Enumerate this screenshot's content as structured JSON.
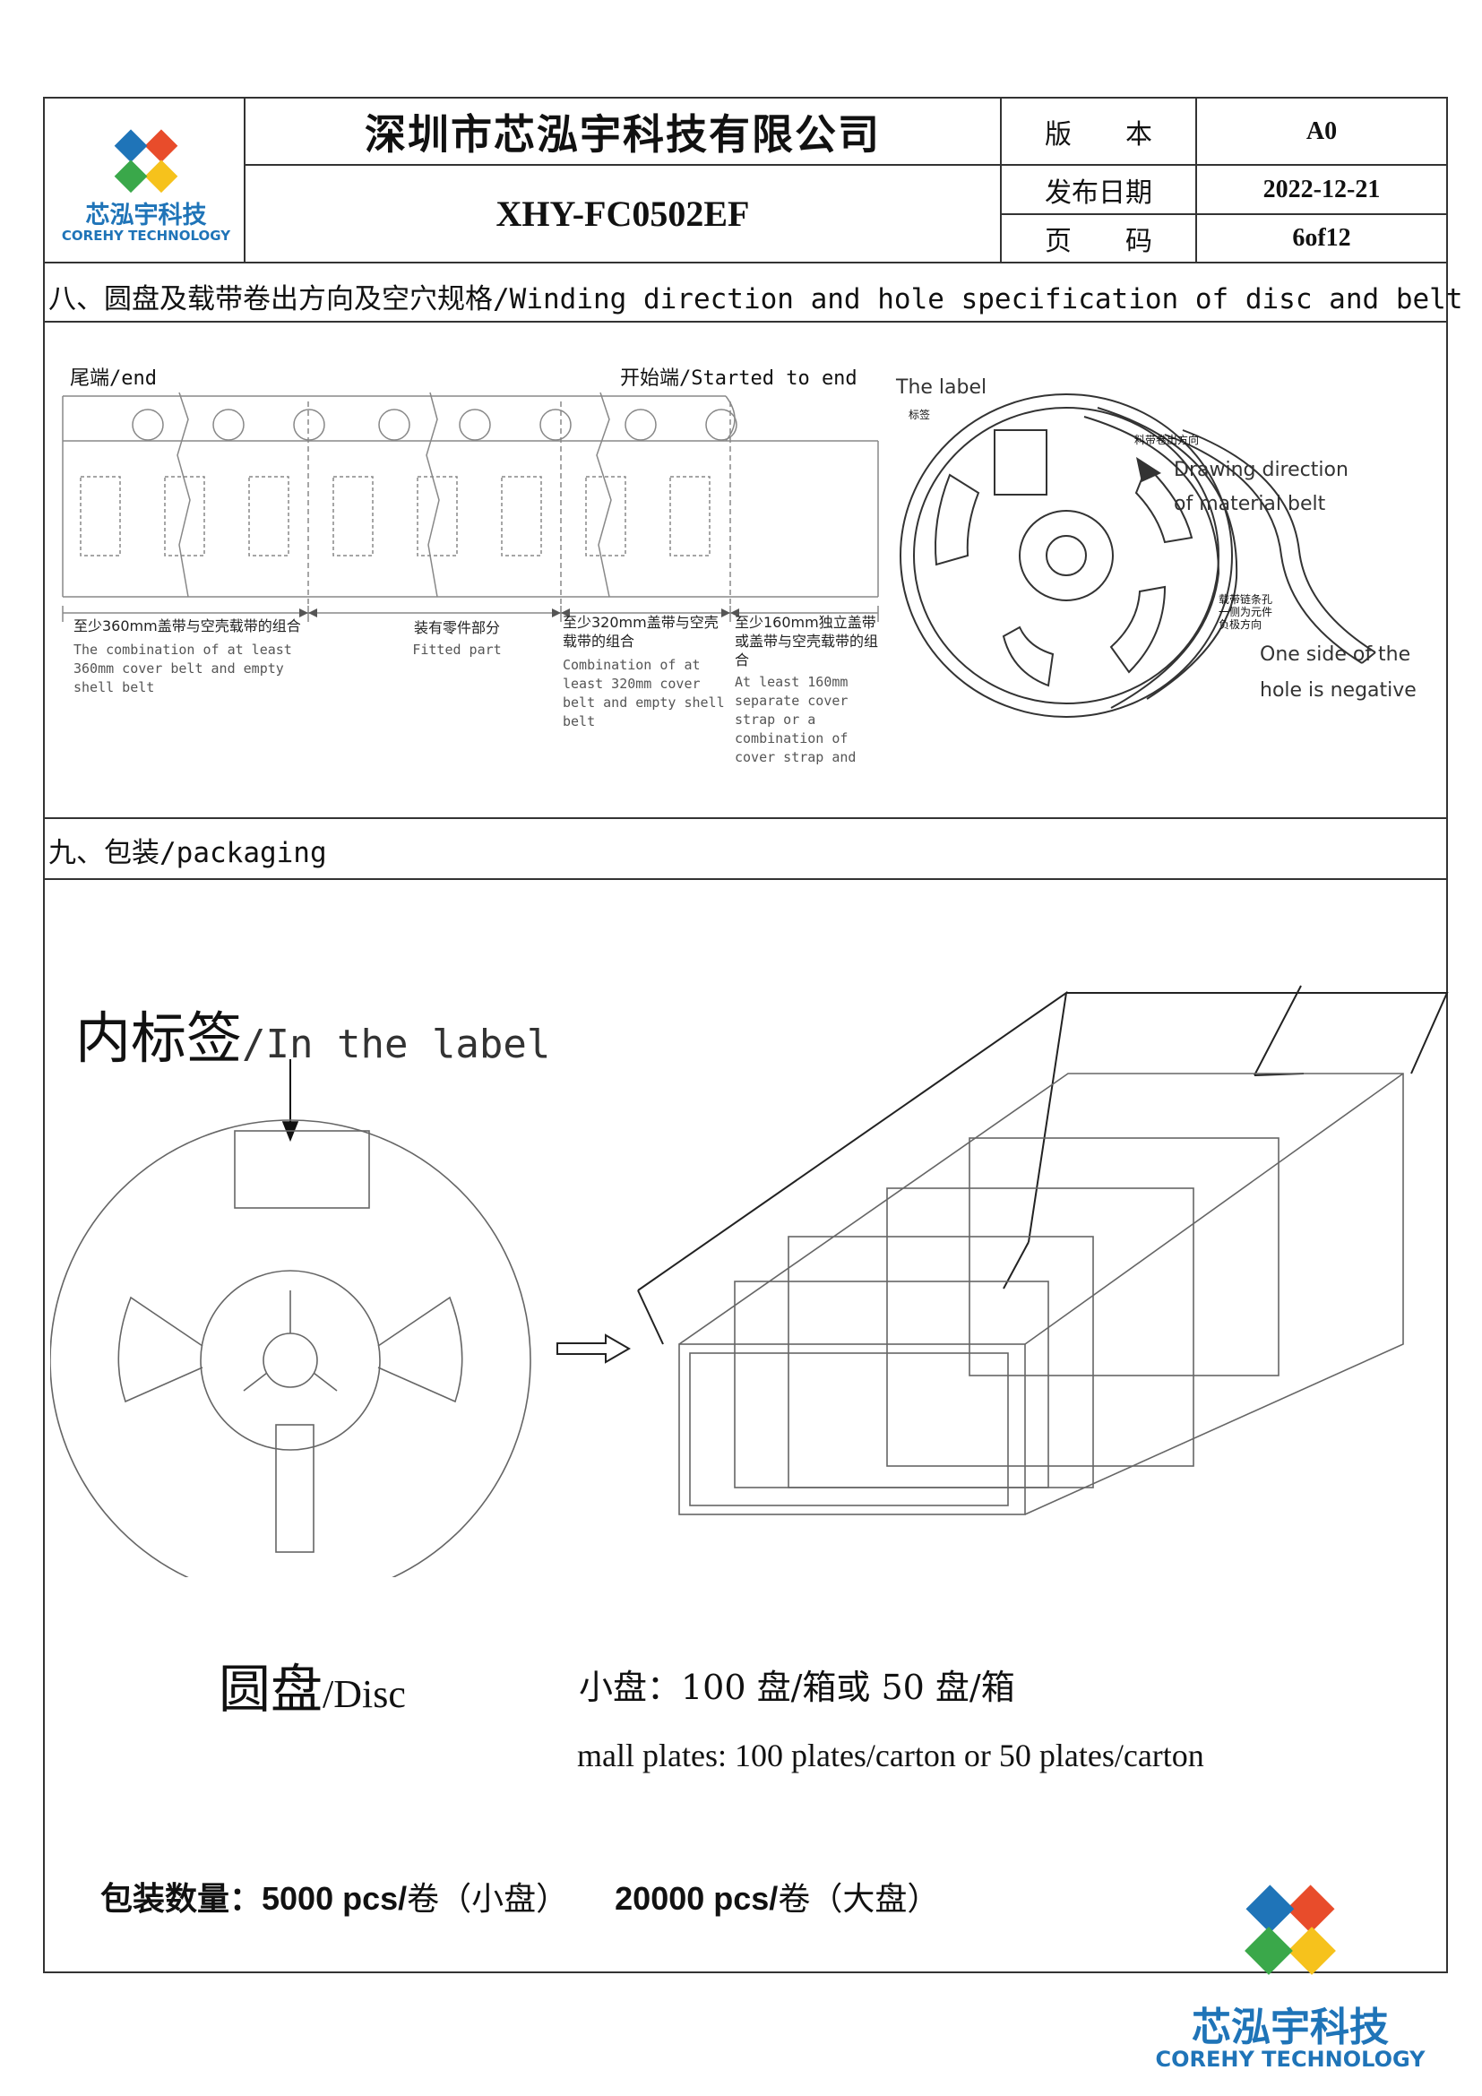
{
  "header": {
    "company_name": "深圳市芯泓宇科技有限公司",
    "model": "XHY-FC0502EF",
    "logo": {
      "cn": "芯泓宇科技",
      "en": "COREHY TECHNOLOGY"
    },
    "version_label": "版　　本",
    "version_value": "A0",
    "date_label": "发布日期",
    "date_value": "2022-12-21",
    "page_label": "页　　码",
    "page_value": "6of12"
  },
  "section8": {
    "title": "八、圆盘及载带卷出方向及空穴规格/Winding direction and hole specification of disc and belt",
    "tape": {
      "end_label": "尾端/end",
      "start_label": "开始端/Started to end",
      "notes": [
        {
          "cn": "至少360mm盖带与空壳载带的组合",
          "en": "The combination of at least 360mm cover belt and empty shell belt"
        },
        {
          "cn": "装有零件部分",
          "en": "Fitted part"
        },
        {
          "cn": "至少320mm盖带与空壳载带的组合",
          "en": "Combination of at least 320mm cover belt and empty shell belt"
        },
        {
          "cn": "至少160mm独立盖带或盖带与空壳载带的组合",
          "en": "At least 160mm separate cover strap or a combination of cover strap and"
        }
      ]
    },
    "reel": {
      "label_en": "The label",
      "label_cn": "标签",
      "direction_cn": "料带卷出方向",
      "direction_en_1": "Drawing direction",
      "direction_en_2": "of material belt",
      "hole_cn_1": "载带链条孔",
      "hole_cn_2": "一侧为元件",
      "hole_cn_3": "负极方向",
      "hole_en_1": "One side of the",
      "hole_en_2": "hole is negative"
    }
  },
  "section9": {
    "title": "九、包装/packaging",
    "inner_label_cn": "内标签",
    "inner_label_en": "/In the label",
    "disc_cn": "圆盘",
    "disc_en": "/Disc",
    "small_plates_cn": "小盘：100 盘/箱或 50 盘/箱",
    "small_plates_en": "mall plates: 100 plates/carton or 50 plates/carton",
    "qty_label": "包装数量：",
    "qty_small": "5000 pcs/",
    "qty_small_unit": "卷（小盘）",
    "qty_large": "20000 pcs/",
    "qty_large_unit": "卷（大盘）"
  },
  "footer_logo": {
    "cn": "芯泓宇科技",
    "en": "COREHY TECHNOLOGY"
  },
  "colors": {
    "logo_blue": "#1f74b8",
    "logo_red": "#e84c2b",
    "logo_green": "#3aa84a",
    "logo_yellow": "#f6c21c",
    "logo_text_cn": "#1f74b8",
    "logo_text_en": "#1f74b8"
  }
}
